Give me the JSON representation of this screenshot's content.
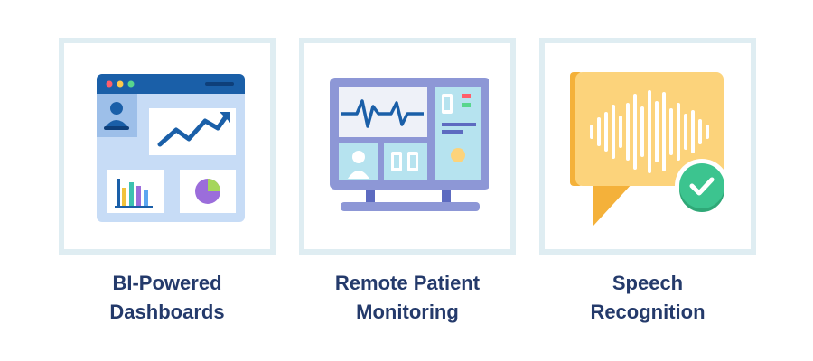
{
  "cards": [
    {
      "icon": "dashboard-icon",
      "title_line1": "BI-Powered",
      "title_line2": "Dashboards"
    },
    {
      "icon": "patient-monitor-icon",
      "title_line1": "Remote Patient",
      "title_line2": "Monitoring"
    },
    {
      "icon": "speech-bubble-waveform-icon",
      "title_line1": "Speech",
      "title_line2": "Recognition"
    }
  ],
  "colors": {
    "tile_border": "#dfedf2",
    "caption_text": "#243a6b",
    "dashboard_blue": "#1a5fa8",
    "monitor_purple": "#8d97d6",
    "speech_yellow": "#fcd37b",
    "check_green": "#3cc48f"
  }
}
